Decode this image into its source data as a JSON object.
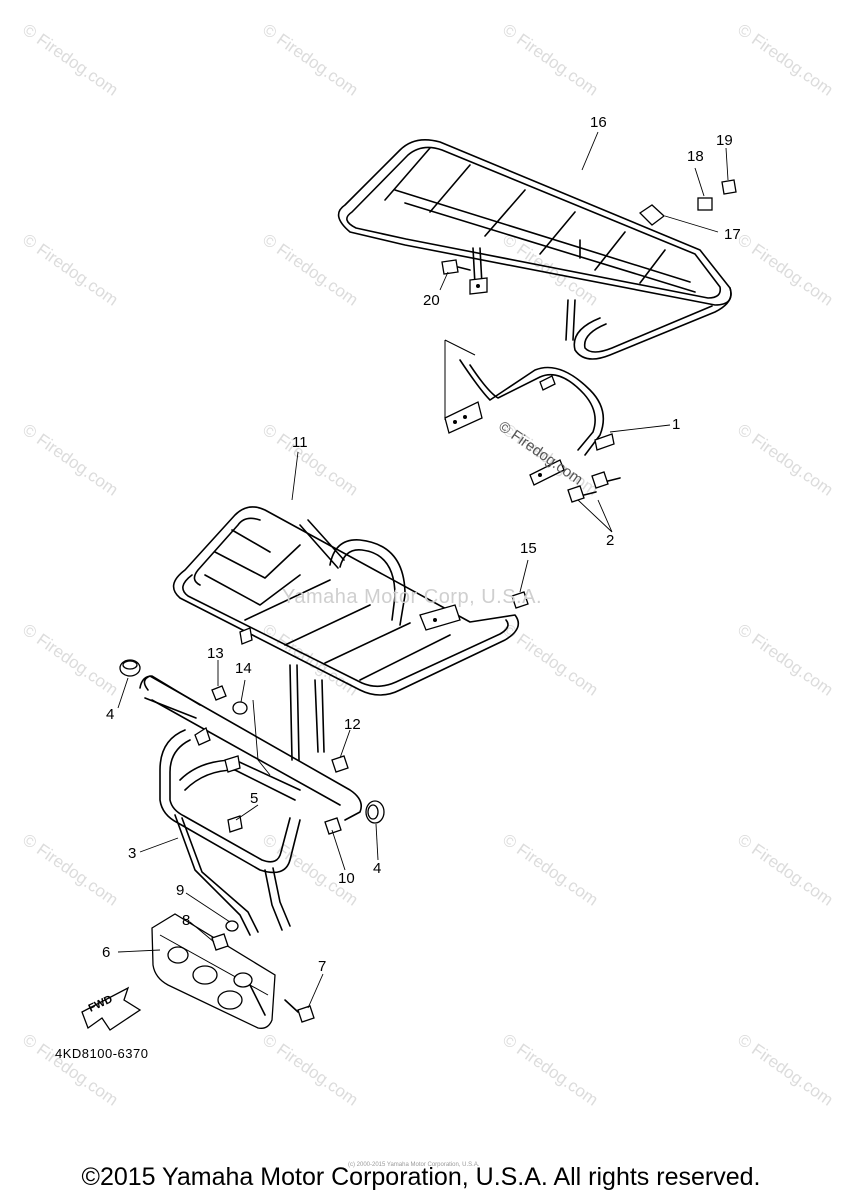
{
  "watermark": "© Firedog.com",
  "center_watermark": "Yamaha Motor Corp, U.S.A.",
  "inline_watermark": "© Firedog.com",
  "callouts": [
    {
      "id": "1",
      "label": "1"
    },
    {
      "id": "2",
      "label": "2"
    },
    {
      "id": "3",
      "label": "3"
    },
    {
      "id": "4a",
      "label": "4"
    },
    {
      "id": "4b",
      "label": "4"
    },
    {
      "id": "5",
      "label": "5"
    },
    {
      "id": "6",
      "label": "6"
    },
    {
      "id": "7",
      "label": "7"
    },
    {
      "id": "8",
      "label": "8"
    },
    {
      "id": "9",
      "label": "9"
    },
    {
      "id": "10",
      "label": "10"
    },
    {
      "id": "11",
      "label": "11"
    },
    {
      "id": "12",
      "label": "12"
    },
    {
      "id": "13",
      "label": "13"
    },
    {
      "id": "14",
      "label": "14"
    },
    {
      "id": "15",
      "label": "15"
    },
    {
      "id": "16",
      "label": "16"
    },
    {
      "id": "17",
      "label": "17"
    },
    {
      "id": "18",
      "label": "18"
    },
    {
      "id": "19",
      "label": "19"
    },
    {
      "id": "20",
      "label": "20"
    }
  ],
  "fwd_label": "FWD",
  "diagram_code": "4KD8100-6370",
  "small_print": "(c) 2000-2015 Yamaha Motor Corporation, U.S.A.",
  "copyright": "©2015 Yamaha Motor Corporation, U.S.A. All rights reserved."
}
